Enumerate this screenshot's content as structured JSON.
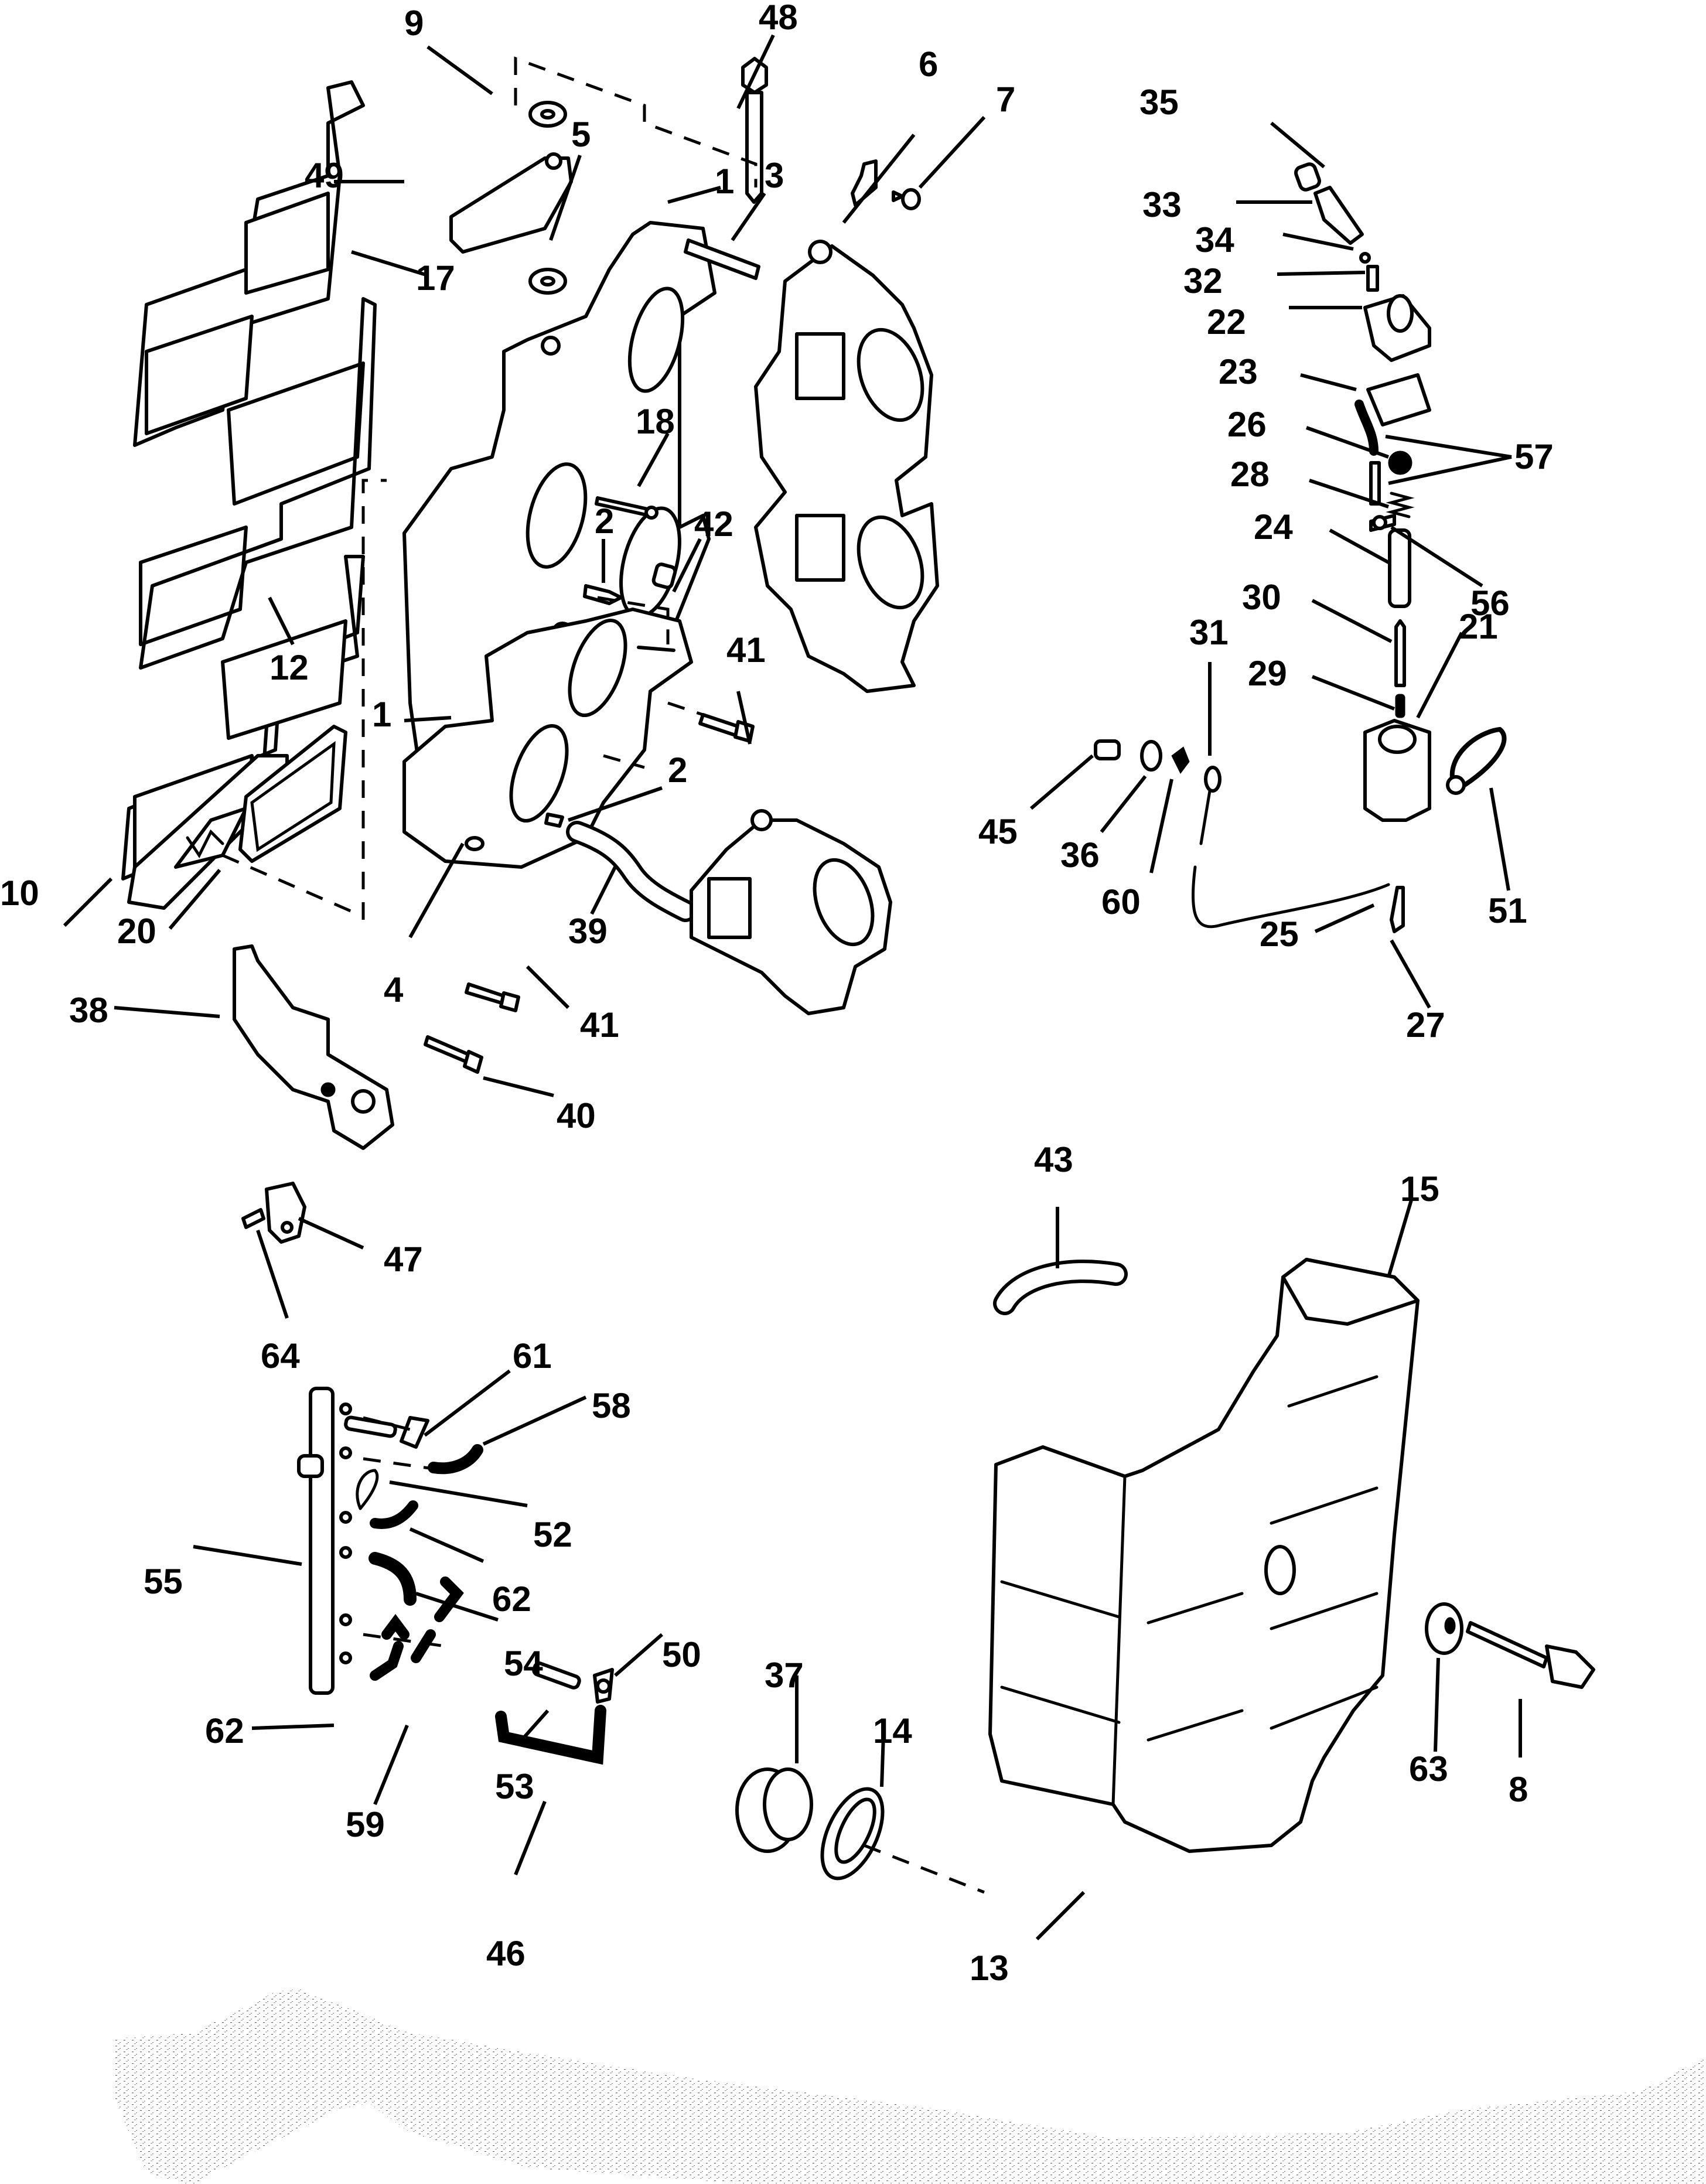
{
  "diagram": {
    "type": "exploded-parts-diagram",
    "subject": "Intake manifold, carburetors, fuel pump and silencer assembly",
    "callouts": [
      "1",
      "1",
      "2",
      "2",
      "3",
      "4",
      "5",
      "6",
      "7",
      "8",
      "9",
      "10",
      "12",
      "13",
      "14",
      "15",
      "17",
      "18",
      "20",
      "21",
      "22",
      "23",
      "24",
      "25",
      "26",
      "27",
      "28",
      "29",
      "30",
      "31",
      "32",
      "33",
      "34",
      "35",
      "36",
      "37",
      "38",
      "39",
      "40",
      "41",
      "41",
      "42",
      "43",
      "45",
      "46",
      "47",
      "48",
      "49",
      "50",
      "51",
      "52",
      "53",
      "54",
      "55",
      "56",
      "57",
      "58",
      "59",
      "60",
      "61",
      "62",
      "62",
      "63",
      "64"
    ]
  },
  "labels": {
    "l1a": "1",
    "l1b": "1",
    "l2a": "2",
    "l2b": "2",
    "l3": "3",
    "l4": "4",
    "l5": "5",
    "l6": "6",
    "l7": "7",
    "l8": "8",
    "l9": "9",
    "l10": "10",
    "l12": "12",
    "l13": "13",
    "l14": "14",
    "l15": "15",
    "l17": "17",
    "l18": "18",
    "l20": "20",
    "l21": "21",
    "l22": "22",
    "l23": "23",
    "l24": "24",
    "l25": "25",
    "l26": "26",
    "l27": "27",
    "l28": "28",
    "l29": "29",
    "l30": "30",
    "l31": "31",
    "l32": "32",
    "l33": "33",
    "l34": "34",
    "l35": "35",
    "l36": "36",
    "l37": "37",
    "l38": "38",
    "l39": "39",
    "l40": "40",
    "l41a": "41",
    "l41b": "41",
    "l42": "42",
    "l43": "43",
    "l45": "45",
    "l46": "46",
    "l47": "47",
    "l48": "48",
    "l49": "49",
    "l50": "50",
    "l51": "51",
    "l52": "52",
    "l53": "53",
    "l54": "54",
    "l55": "55",
    "l56": "56",
    "l57": "57",
    "l58": "58",
    "l59": "59",
    "l60": "60",
    "l61": "61",
    "l62a": "62",
    "l62b": "62",
    "l63": "63",
    "l64": "64"
  },
  "colors": {
    "ink": "#000000",
    "paper": "#ffffff"
  }
}
